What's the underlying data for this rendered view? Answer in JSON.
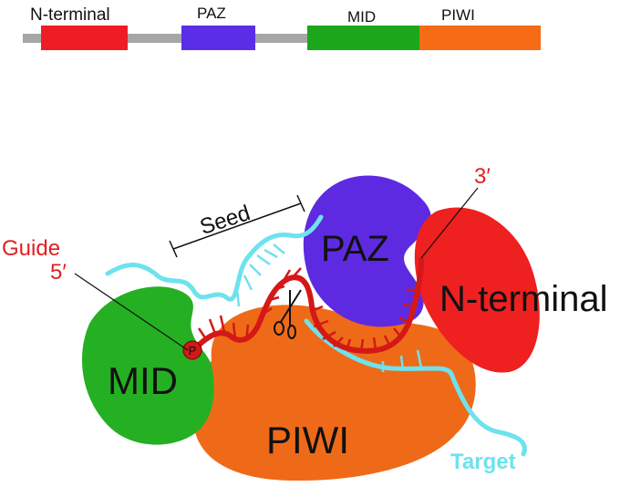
{
  "domain_bar": {
    "labels": {
      "n_terminal": "N-terminal",
      "paz": "PAZ",
      "mid": "MID",
      "piwi": "PIWI"
    },
    "colors": {
      "backbone": "#a6a6a6",
      "n_terminal": "#ef1c24",
      "paz": "#5b2de6",
      "mid": "#1ca61c",
      "piwi": "#f56b16"
    }
  },
  "structure": {
    "labels": {
      "mid": "MID",
      "piwi": "PIWI",
      "paz": "PAZ",
      "n_terminal": "N-terminal",
      "seed": "Seed",
      "guide": "Guide",
      "five_prime": "5′",
      "three_prime": "3′",
      "target": "Target",
      "phosphate": "P"
    },
    "colors": {
      "mid": "#22b022",
      "piwi": "#ef6a18",
      "paz": "#5d2ae2",
      "n_terminal": "#ee2020",
      "guide": "#d41818",
      "target": "#6ee2ee",
      "label_red": "#e02020"
    }
  }
}
